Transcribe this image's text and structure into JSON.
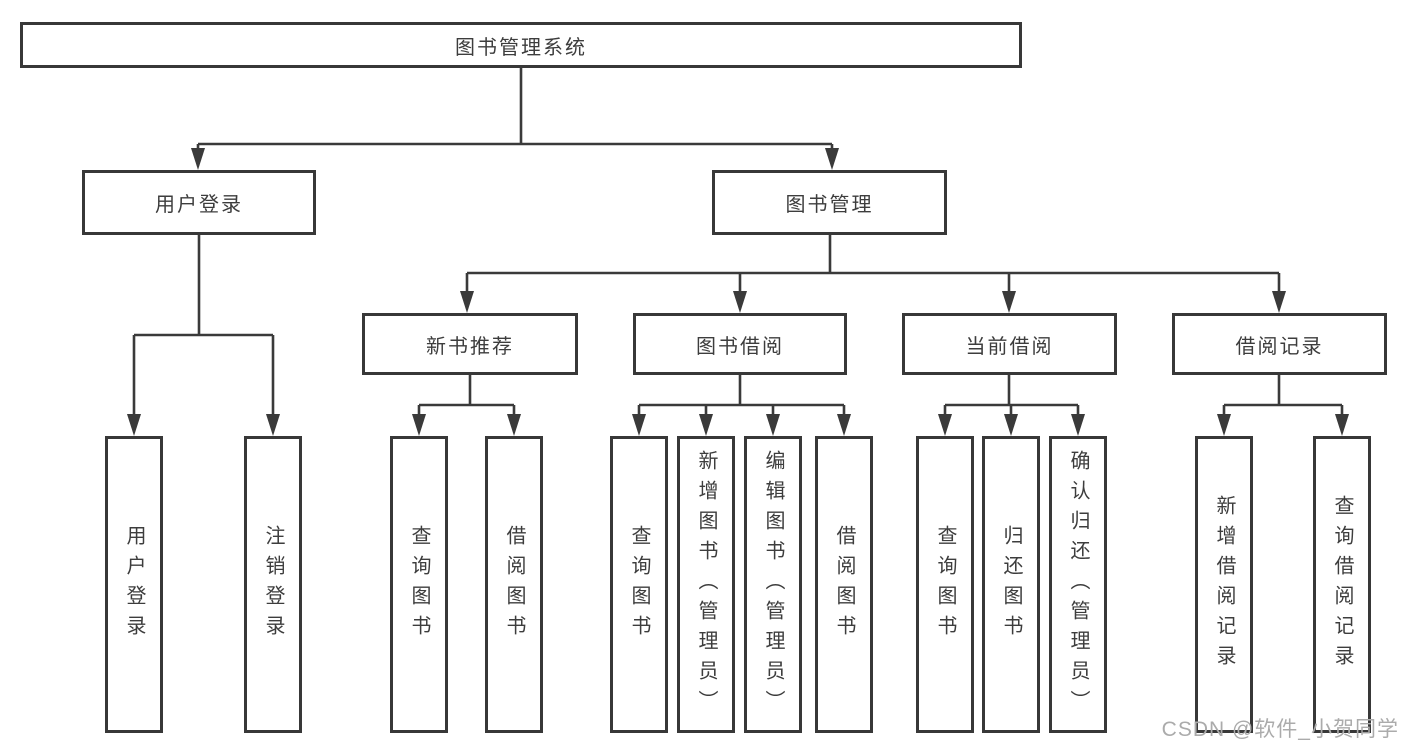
{
  "diagram_type": "hierarchy-tree",
  "colors": {
    "line": "#3a3a3a",
    "box_border": "#383838",
    "text": "#3d3d3d",
    "watermark": "#ababab",
    "background": "#ffffff"
  },
  "tree": {
    "label": "图书管理系统",
    "children": [
      {
        "label": "用户登录",
        "children": [
          {
            "label": "用户登录"
          },
          {
            "label": "注销登录"
          }
        ]
      },
      {
        "label": "图书管理",
        "children": [
          {
            "label": "新书推荐",
            "children": [
              {
                "label": "查询图书"
              },
              {
                "label": "借阅图书"
              }
            ]
          },
          {
            "label": "图书借阅",
            "children": [
              {
                "label": "查询图书"
              },
              {
                "label": "新增图书（管理员）"
              },
              {
                "label": "编辑图书（管理员）"
              },
              {
                "label": "借阅图书"
              }
            ]
          },
          {
            "label": "当前借阅",
            "children": [
              {
                "label": "查询图书"
              },
              {
                "label": "归还图书"
              },
              {
                "label": "确认归还（管理员）"
              }
            ]
          },
          {
            "label": "借阅记录",
            "children": [
              {
                "label": "新增借阅记录"
              },
              {
                "label": "查询借阅记录"
              }
            ]
          }
        ]
      }
    ]
  },
  "watermark": "CSDN @软件_小贺同学"
}
